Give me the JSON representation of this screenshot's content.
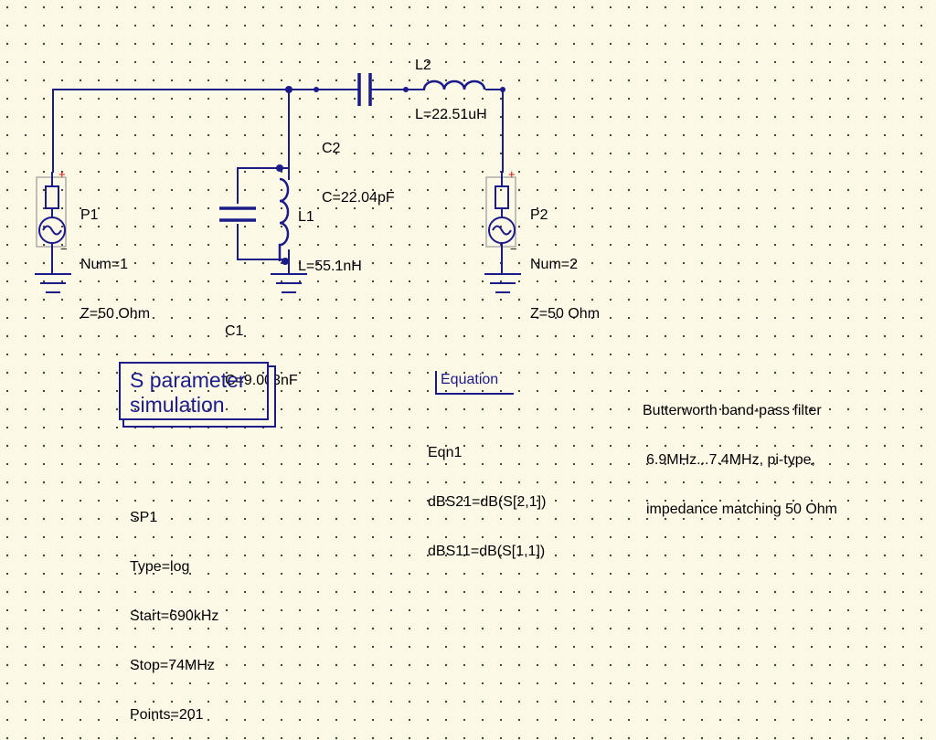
{
  "colors": {
    "wire": "#1b1b8a",
    "background": "#fcf9e6",
    "grid_dot": "#3a3a3a",
    "plus_marker": "#e00000"
  },
  "components": {
    "P1": {
      "name": "P1",
      "num": "Num=1",
      "z": "Z=50 Ohm",
      "plus": "+",
      "minus": "−"
    },
    "P2": {
      "name": "P2",
      "num": "Num=2",
      "z": "Z=50 Ohm",
      "plus": "+",
      "minus": "−"
    },
    "L1": {
      "name": "L1",
      "value": "L=55.1nH"
    },
    "L2": {
      "name": "L2",
      "value": "L=22.51uH"
    },
    "C1": {
      "name": "C1",
      "value": "C=9.003nF"
    },
    "C2": {
      "name": "C2",
      "value": "C=22.04pF"
    }
  },
  "simulation": {
    "box_line1": "S parameter",
    "box_line2": "simulation",
    "name": "SP1",
    "type": "Type=log",
    "start": "Start=690kHz",
    "stop": "Stop=74MHz",
    "points": "Points=201"
  },
  "equation": {
    "header": "Equation",
    "name": "Eqn1",
    "eq1": "dBS21=dB(S[2,1])",
    "eq2": "dBS11=dB(S[1,1])"
  },
  "note": {
    "line1": "Butterworth band-pass filter",
    "line2": "6.9MHz...7.4MHz, pi-type,",
    "line3": "impedance matching 50 Ohm"
  }
}
